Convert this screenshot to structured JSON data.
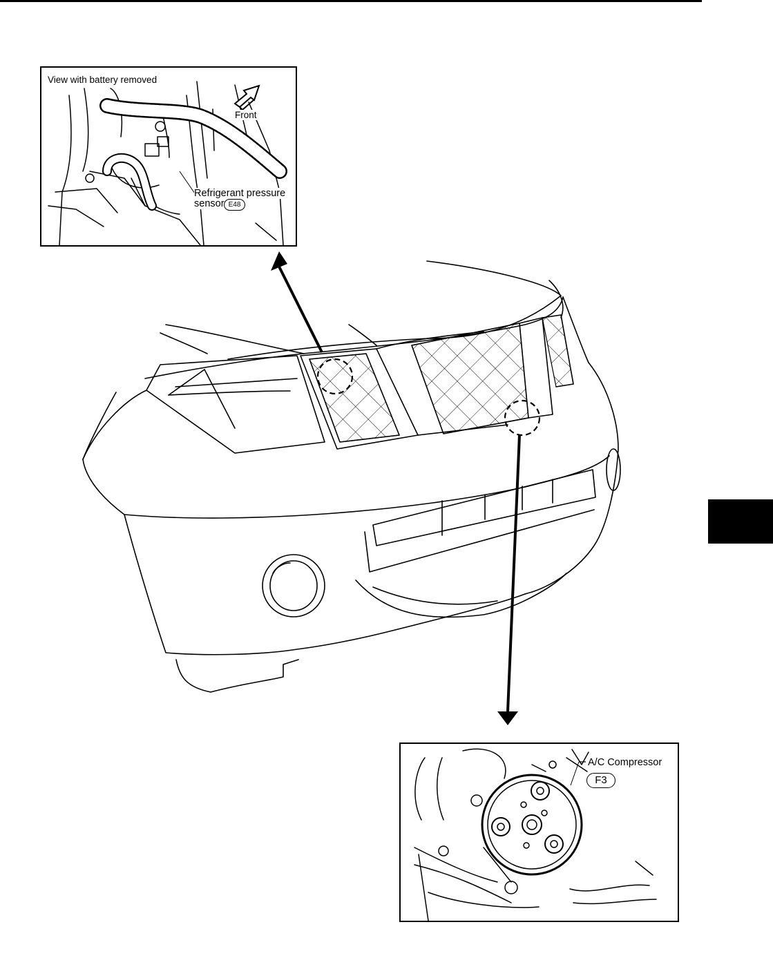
{
  "inset_top": {
    "view_note": "View with battery removed",
    "direction_label": "Front",
    "callout_label_line1": "Refrigerant pressure",
    "callout_label_line2": "sensor",
    "connector_code": "E48",
    "direction_icon": "arrow-icon"
  },
  "inset_bottom": {
    "callout_label": "A/C Compressor",
    "connector_code": "F3"
  },
  "page": {
    "tab_color": "#000000",
    "line_color": "#000000"
  }
}
